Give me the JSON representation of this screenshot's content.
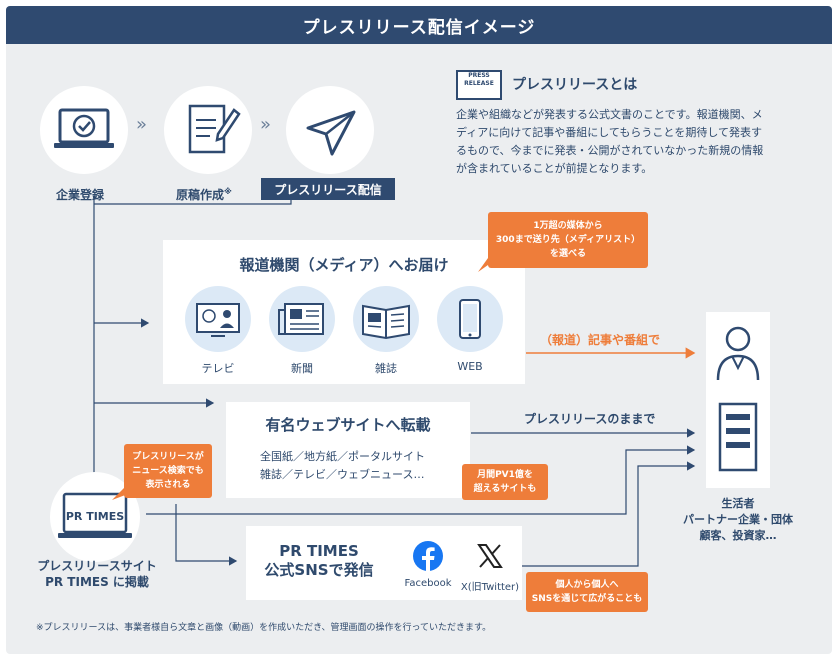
{
  "title": "プレスリリース配信イメージ",
  "steps": [
    {
      "label": "企業登録",
      "icon": "laptop-check-icon"
    },
    {
      "label": "原稿作成",
      "note_mark": "※",
      "icon": "document-pen-icon"
    },
    {
      "label": "プレスリリース配信",
      "icon": "paper-plane-icon"
    }
  ],
  "about": {
    "icon_text_1": "PRESS",
    "icon_text_2": "RELEASE",
    "heading": "プレスリリースとは",
    "lines": [
      "企業や組織などが発表する公式文書のことです。報道機関、メ",
      "ディアに向けて記事や番組にしてもらうことを期待して発表す",
      "るもので、今までに発表・公開がされていなかった新規の情報",
      "が含まれていることが前提となります。"
    ]
  },
  "media_box": {
    "title": "報道機関（メディア）へお届け",
    "items": [
      {
        "label": "テレビ",
        "icon": "tv-icon"
      },
      {
        "label": "新聞",
        "icon": "newspaper-icon"
      },
      {
        "label": "雑誌",
        "icon": "magazine-icon"
      },
      {
        "label": "WEB",
        "icon": "smartphone-icon"
      }
    ],
    "callout": [
      "1万超の媒体から",
      "300まで送り先（メディアリスト）",
      "を選べる"
    ],
    "arrow_label": "（報道）記事や番組で"
  },
  "web_box": {
    "title": "有名ウェブサイトへ転載",
    "line1": "全国紙／地方紙／ポータルサイト",
    "line2": "雑誌／テレビ／ウェブニュース…",
    "callout": [
      "月間PV1億を",
      "超えるサイトも"
    ],
    "arrow_label": "プレスリリースのままで"
  },
  "prtimes": {
    "logo": "PR TIMES",
    "label1": "プレスリリースサイト",
    "label2": "PR TIMES に掲載",
    "callout": [
      "プレスリリースが",
      "ニュース検索でも",
      "表示される"
    ]
  },
  "sns_box": {
    "title1": "PR TIMES",
    "title2": "公式SNSで発信",
    "facebook": "Facebook",
    "x": "X(旧Twitter)",
    "callout": [
      "個人から個人へ",
      "SNSを通じて広がることも"
    ]
  },
  "audience": {
    "lines": [
      "生活者",
      "パートナー企業・団体",
      "顧客、投資家…"
    ]
  },
  "footnote": "※プレスリリースは、事業者様自ら文章と画像（動画）を作成いただき、管理画面の操作を行っていただきます。",
  "colors": {
    "navy": "#2f4a70",
    "orange": "#ee7d3a",
    "panel": "#eceef0",
    "lightblue": "#dce9f6"
  }
}
